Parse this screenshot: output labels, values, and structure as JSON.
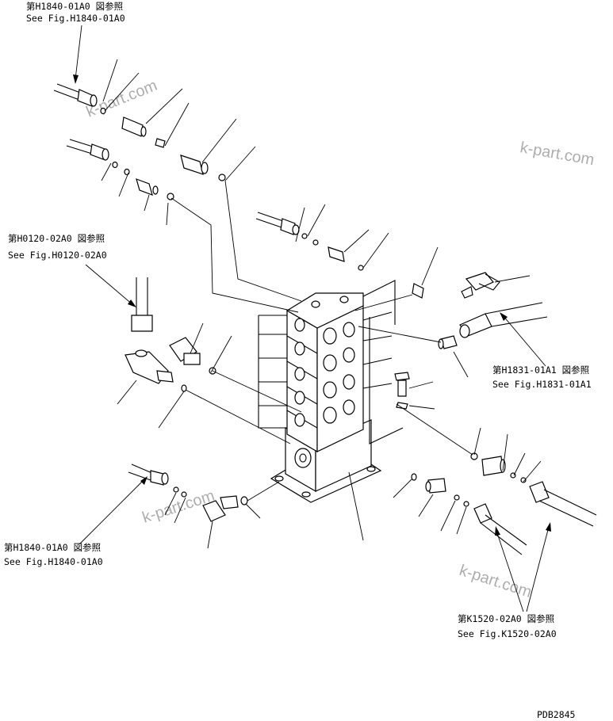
{
  "references": {
    "top_left": {
      "jp": "第H1840-01A0 図参照",
      "en": "See Fig.H1840-01A0"
    },
    "mid_left": {
      "jp": "第H0120-02A0 図参照",
      "en": "See Fig.H0120-02A0"
    },
    "right": {
      "jp": "第H1831-01A1 図参照",
      "en": "See Fig.H1831-01A1"
    },
    "bottom_left": {
      "jp": "第H1840-01A0 図参照",
      "en": "See Fig.H1840-01A0"
    },
    "bottom_right": {
      "jp": "第K1520-02A0 図参照",
      "en": "See Fig.K1520-02A0"
    }
  },
  "watermark": "k-part.com",
  "drawing_number": "PDB2845"
}
